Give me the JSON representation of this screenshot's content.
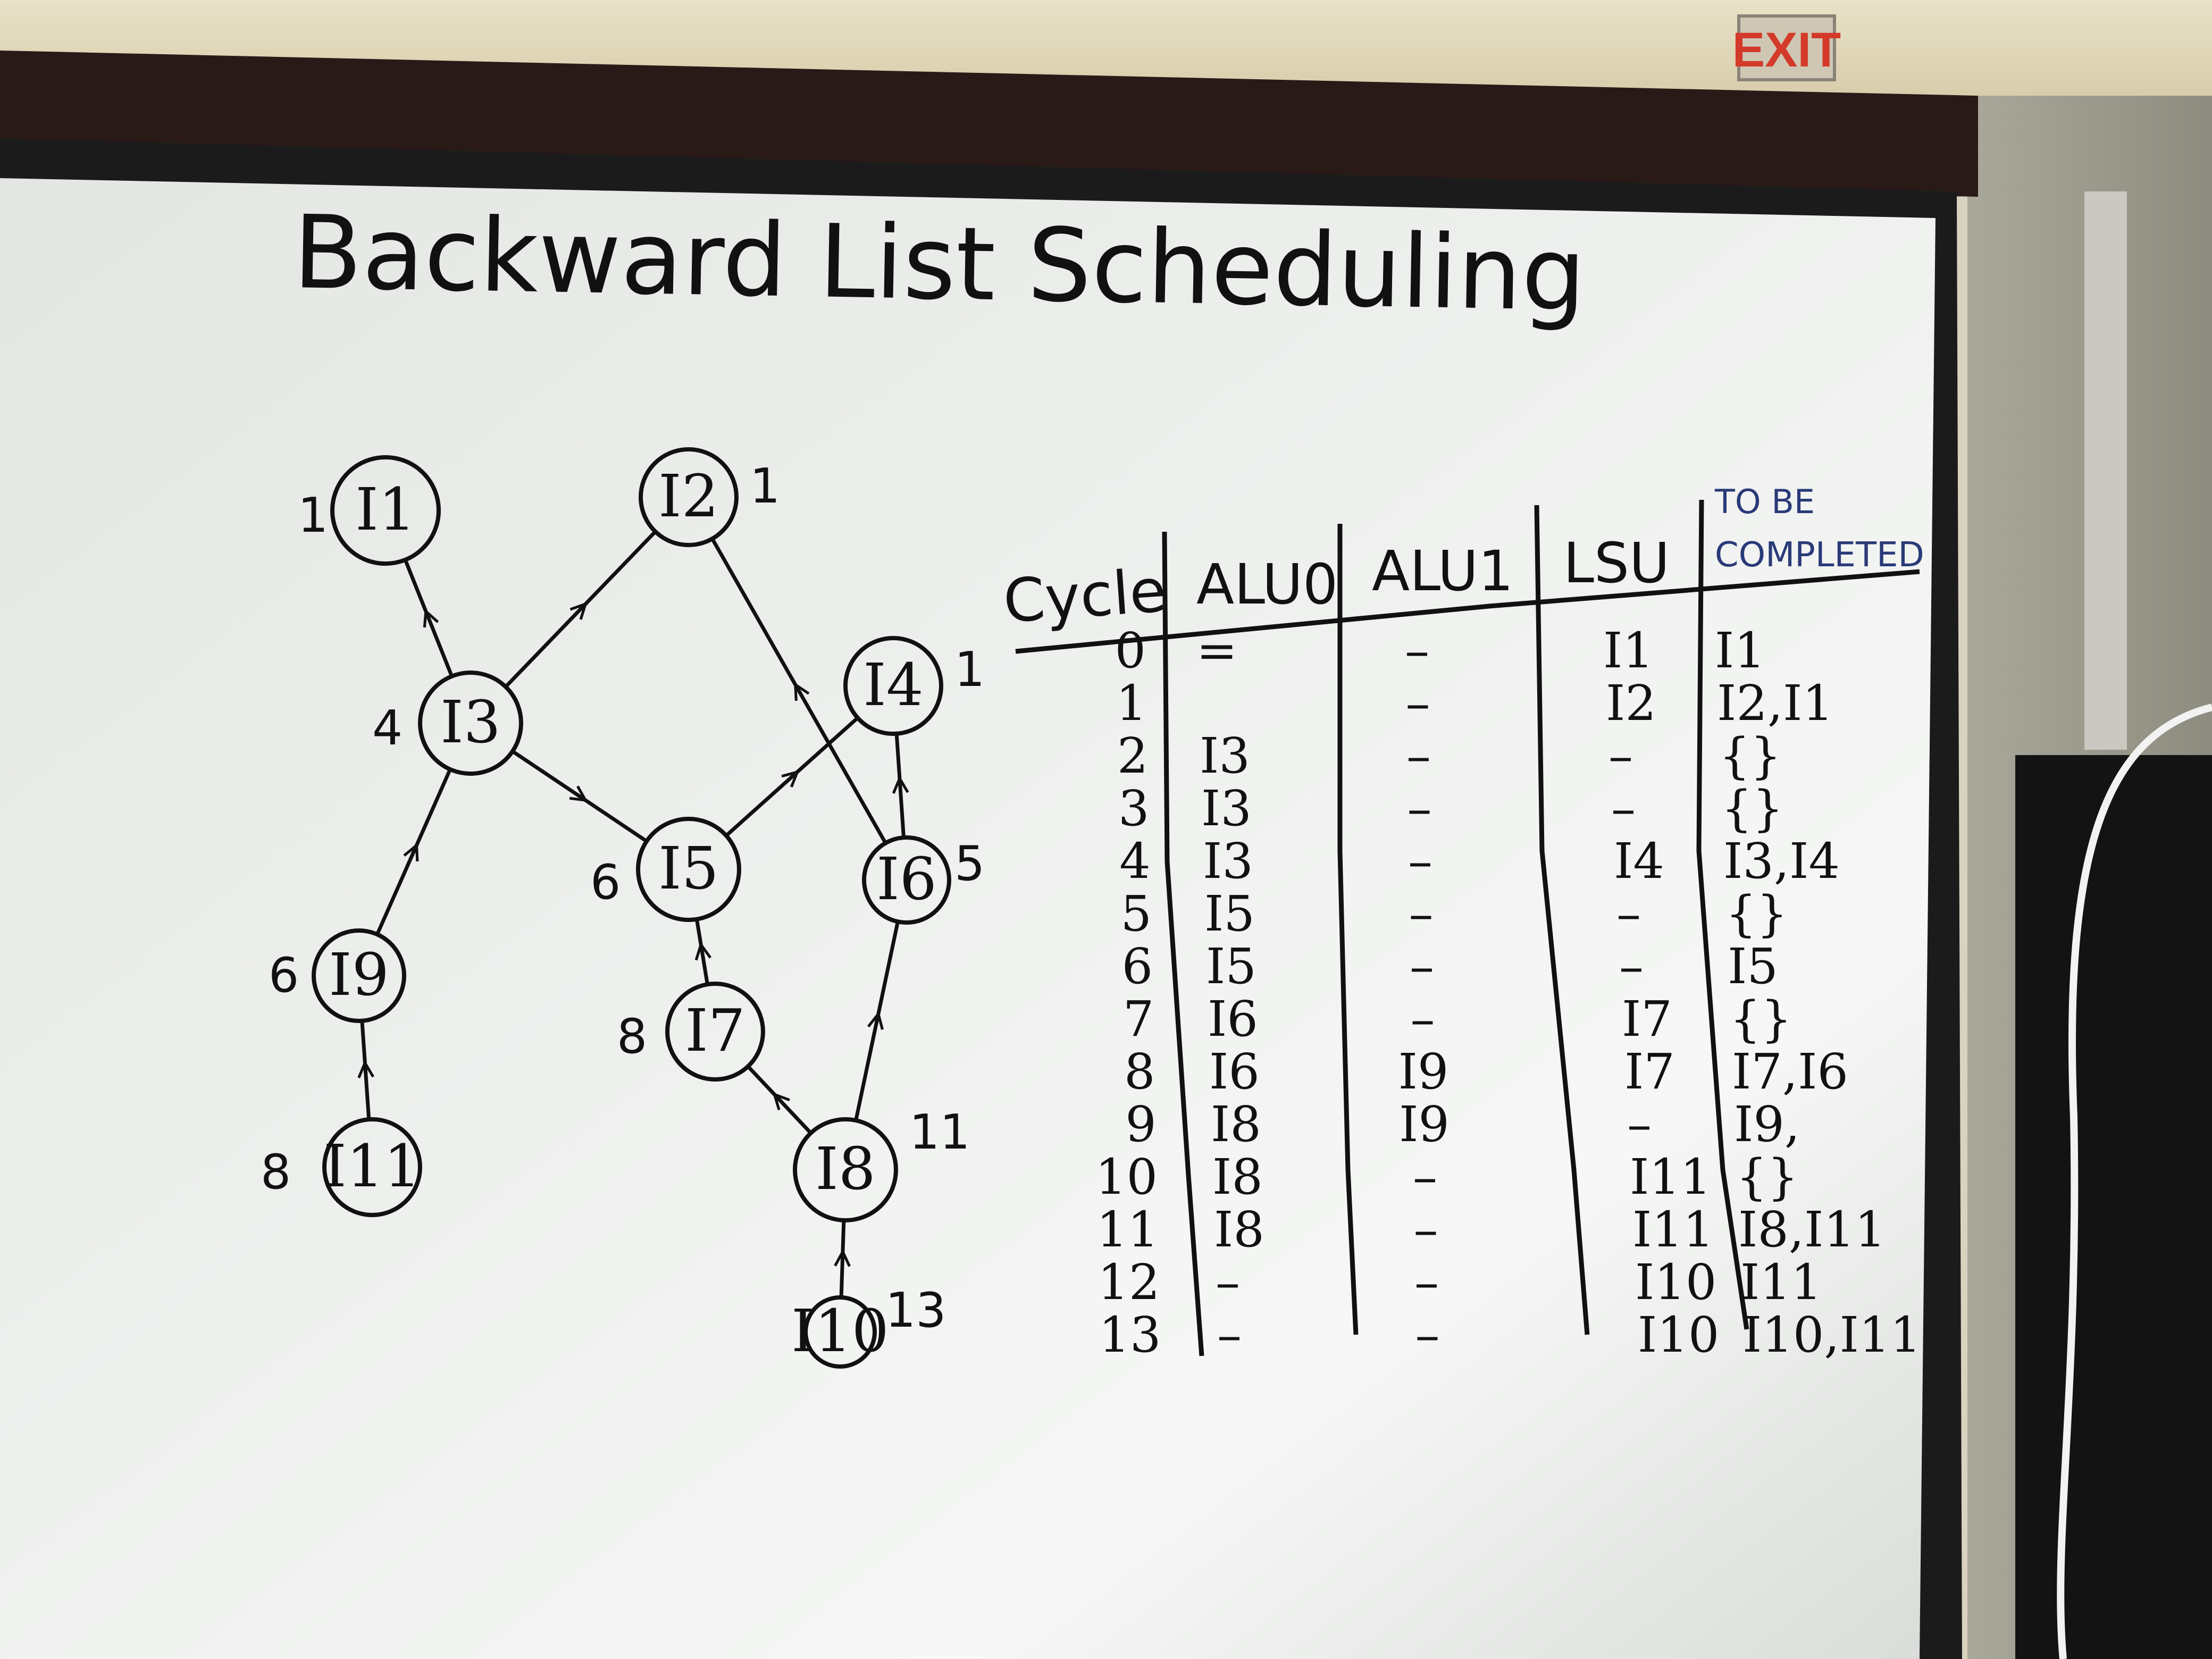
{
  "exit_sign": {
    "text": "EXIT"
  },
  "whiteboard": {
    "title": "Backward List Scheduling",
    "graph": {
      "nodes": [
        {
          "id": "I1",
          "label": "I1",
          "weight": "1"
        },
        {
          "id": "I2",
          "label": "I2",
          "weight": "1"
        },
        {
          "id": "I3",
          "label": "I3",
          "weight": "4"
        },
        {
          "id": "I4",
          "label": "I4",
          "weight": "1"
        },
        {
          "id": "I5",
          "label": "I5",
          "weight": "6"
        },
        {
          "id": "I6",
          "label": "I6",
          "weight": "5"
        },
        {
          "id": "I7",
          "label": "I7",
          "weight": "8"
        },
        {
          "id": "I8",
          "label": "I8",
          "weight": "11"
        },
        {
          "id": "I9",
          "label": "I9",
          "weight": "6"
        },
        {
          "id": "I10",
          "label": "I10",
          "weight": "13"
        },
        {
          "id": "I11",
          "label": "I11",
          "weight": "8"
        }
      ],
      "edges": [
        {
          "from": "I3",
          "to": "I1"
        },
        {
          "from": "I3",
          "to": "I2"
        },
        {
          "from": "I3",
          "to": "I5"
        },
        {
          "from": "I5",
          "to": "I4"
        },
        {
          "from": "I6",
          "to": "I2"
        },
        {
          "from": "I6",
          "to": "I4"
        },
        {
          "from": "I7",
          "to": "I5"
        },
        {
          "from": "I8",
          "to": "I7"
        },
        {
          "from": "I8",
          "to": "I6"
        },
        {
          "from": "I9",
          "to": "I3"
        },
        {
          "from": "I11",
          "to": "I9"
        },
        {
          "from": "I10",
          "to": "I8"
        }
      ]
    },
    "table": {
      "headers": [
        "Cycle",
        "ALU0",
        "ALU1",
        "LSU",
        "TO BE",
        "COMPLETED"
      ],
      "rows": [
        [
          "0",
          "=",
          "–",
          "I1",
          "I1"
        ],
        [
          "1",
          "",
          "–",
          "I2",
          "I2,I1"
        ],
        [
          "2",
          "I3",
          "–",
          "–",
          "{}"
        ],
        [
          "3",
          "I3",
          "–",
          "–",
          "{}"
        ],
        [
          "4",
          "I3",
          "–",
          "I4",
          "I3,I4"
        ],
        [
          "5",
          "I5",
          "–",
          "–",
          "{}"
        ],
        [
          "6",
          "I5",
          "–",
          "–",
          "I5"
        ],
        [
          "7",
          "I6",
          "–",
          "I7",
          "{}"
        ],
        [
          "8",
          "I6",
          "I9",
          "I7",
          "I7,I6"
        ],
        [
          "9",
          "I8",
          "I9",
          "–",
          "I9,"
        ],
        [
          "10",
          "I8",
          "–",
          "I11",
          "{}"
        ],
        [
          "11",
          "I8",
          "–",
          "I11",
          "I8,I11"
        ],
        [
          "12",
          "–",
          "–",
          "I10",
          "I11"
        ],
        [
          "13",
          "–",
          "–",
          "I10",
          "I10,I11"
        ]
      ]
    }
  }
}
